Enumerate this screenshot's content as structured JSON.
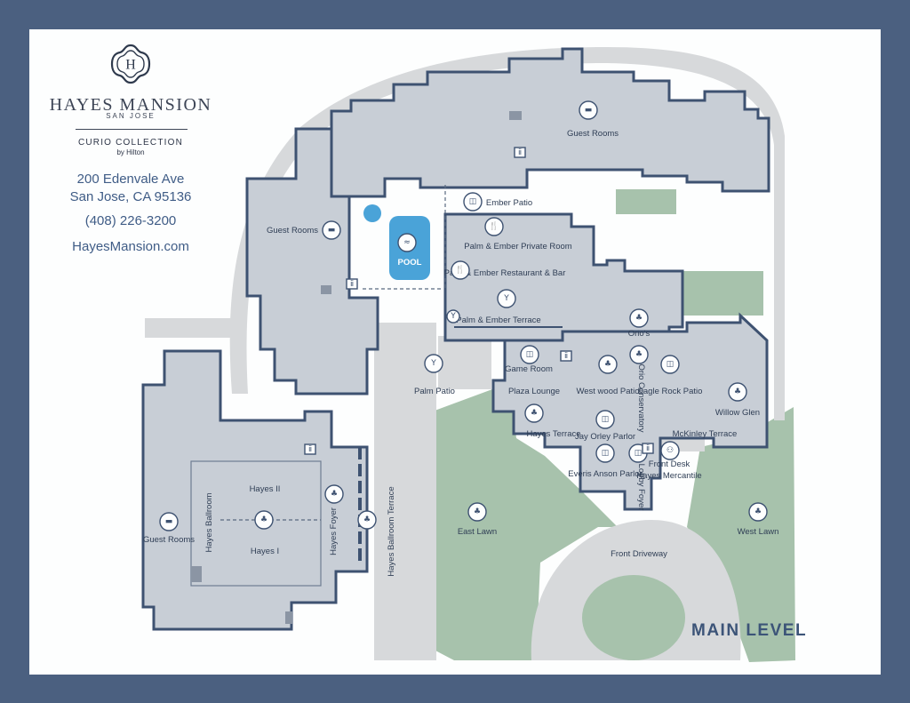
{
  "brand": {
    "name": "HAYES MANSION",
    "city": "SAN JOSE",
    "collection": "CURIO COLLECTION",
    "by": "by Hilton",
    "logo_letter": "H",
    "address_line1": "200 Edenvale Ave",
    "address_line2": "San Jose, CA 95136",
    "phone": "(408) 226-3200",
    "website": "HayesMansion.com"
  },
  "level_label": "MAIN LEVEL",
  "colors": {
    "frame": "#4b6080",
    "building": "#c8ced6",
    "building_outline": "#3e5271",
    "lawn": "#a7c2ac",
    "path": "#d7d9db",
    "pool": "#4aa3d8",
    "text_blue": "#3f5c86"
  },
  "labels": {
    "guest_rooms_north": "Guest Rooms",
    "guest_rooms_west": "Guest Rooms",
    "guest_rooms_sw": "Guest Rooms",
    "ember_patio": "Ember Patio",
    "pool": "POOL",
    "pe_private": "Palm & Ember Private Room",
    "pe_restaurant": "Palm & Ember Restaurant & Bar",
    "pe_terrace": "Palm & Ember Terrace",
    "palm_patio": "Palm Patio",
    "orios": "Orio's",
    "game_room": "Game Room",
    "plaza_lounge": "Plaza Lounge",
    "westwood_patio": "West wood Patio",
    "orio_conservatory": "Orio Conservatory",
    "eagle_rock_patio": "Eagle Rock Patio",
    "willow_glen": "Willow Glen",
    "hayes_terrace": "Hayes Terrace",
    "jay_orley_parlor": "Jay Orley Parlor",
    "mckinley_terrace": "McKinley Terrace",
    "everis_anson_parlor": "Everis Anson Parlor",
    "lobby_foyer": "Lobby Foyer",
    "front_desk": "Front Desk",
    "hayes_mercantile": "Hayes Mercantile",
    "hayes_ii": "Hayes II",
    "hayes_i": "Hayes I",
    "hayes_ballroom": "Hayes Ballroom",
    "hayes_foyer": "Hayes Foyer",
    "ballroom_terrace": "Hayes Ballroom Terrace",
    "east_lawn": "East Lawn",
    "west_lawn": "West Lawn",
    "front_driveway": "Front Driveway"
  },
  "icons": {
    "bed": "bed-icon",
    "restroom": "restroom-icon",
    "fork_knife": "fork-knife-icon",
    "cocktail": "cocktail-icon",
    "meeting": "meeting-people-icon",
    "lounge_chair": "lounge-chair-icon",
    "stairs": "stairs-icon",
    "info": "front-desk-icon"
  }
}
